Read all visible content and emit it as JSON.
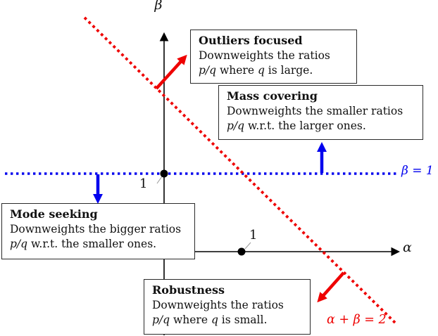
{
  "colors": {
    "red": "#ee0000",
    "blue": "#0000ee",
    "axis": "#000000",
    "tick_gray": "#999999"
  },
  "labels": {
    "y_axis": "β",
    "x_axis": "α",
    "y_tick": "1",
    "x_tick": "1",
    "beta_line": "β = 1",
    "diag_line": "α + β = 2"
  },
  "boxes": {
    "outliers": {
      "title": "Outliers focused",
      "lines": [
        [
          {
            "t": "Downweights the ratios"
          }
        ],
        [
          {
            "t": "p/q",
            "i": 1
          },
          {
            "t": " where "
          },
          {
            "t": "q",
            "i": 1
          },
          {
            "t": " is large."
          }
        ]
      ]
    },
    "mass": {
      "title": "Mass covering",
      "lines": [
        [
          {
            "t": "Downweights the smaller ratios"
          }
        ],
        [
          {
            "t": "p/q",
            "i": 1
          },
          {
            "t": " w.r.t. the larger ones."
          }
        ]
      ]
    },
    "mode": {
      "title": "Mode seeking",
      "lines": [
        [
          {
            "t": "Downweights the bigger ratios"
          }
        ],
        [
          {
            "t": "p/q",
            "i": 1
          },
          {
            "t": " w.r.t. the smaller ones."
          }
        ]
      ]
    },
    "robustness": {
      "title": "Robustness",
      "lines": [
        [
          {
            "t": "Downweights the ratios"
          }
        ],
        [
          {
            "t": "p/q",
            "i": 1
          },
          {
            "t": " where "
          },
          {
            "t": "q",
            "i": 1
          },
          {
            "t": " is small."
          }
        ]
      ]
    }
  },
  "points": {
    "beta_unit": {
      "alpha": 0,
      "beta": 1
    },
    "alpha_unit": {
      "alpha": 1,
      "beta": 0
    }
  }
}
